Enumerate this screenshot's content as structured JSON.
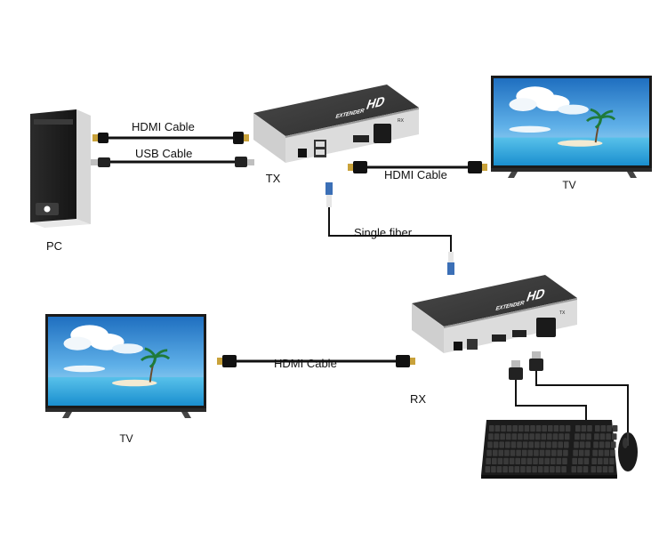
{
  "labels": {
    "pc": "PC",
    "tx": "TX",
    "rx": "RX",
    "tv_top": "TV",
    "tv_bottom": "TV"
  },
  "cables": {
    "hdmi_pc": "HDMI Cable",
    "usb_pc": "USB Cable",
    "hdmi_tx_tv": "HDMI Cable",
    "fiber": "Single fiber",
    "hdmi_rx_tv": "HDMI Cable"
  },
  "device_markings": {
    "tx_panel": "RX",
    "rx_panel": "TX",
    "logo": "HD",
    "subtitle": "EXTENDER"
  },
  "colors": {
    "device_top": "#3a3a3a",
    "device_front": "#d9d9d9",
    "cable": "#111111",
    "fiber_connector": "#3b6fb6",
    "tv_sky": "#3e8fd6",
    "tv_sea": "#4fb6e3"
  }
}
